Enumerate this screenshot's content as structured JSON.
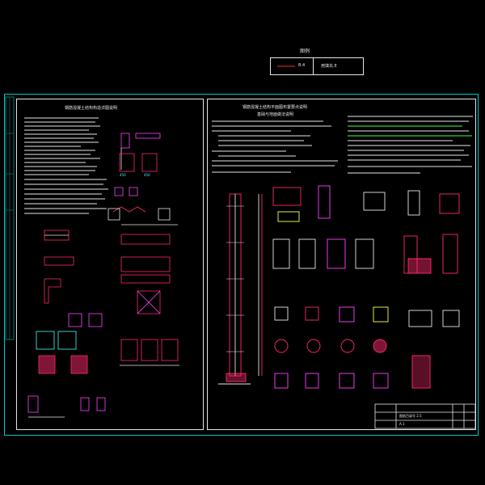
{
  "legend": {
    "title": "图例",
    "col1": "B.4",
    "col2": "用填充.E"
  },
  "left_sheet": {
    "title": "钢筋混凝土结构构造详图说明"
  },
  "right_sheet": {
    "title": "钢筋混凝土结构平面图布置要点说明",
    "subtitle": "基础与地面做法说明"
  },
  "title_block": {
    "row1": "图纸目录号 2.5",
    "row2": "A.1"
  },
  "colors": {
    "frame": "#00c8c8",
    "sheet": "#e6e6e6",
    "rebar": "#ff2a6d",
    "magenta": "#ff44ff",
    "yellow": "#ffff44",
    "green": "#44ff44",
    "red": "#ff2a2a"
  }
}
